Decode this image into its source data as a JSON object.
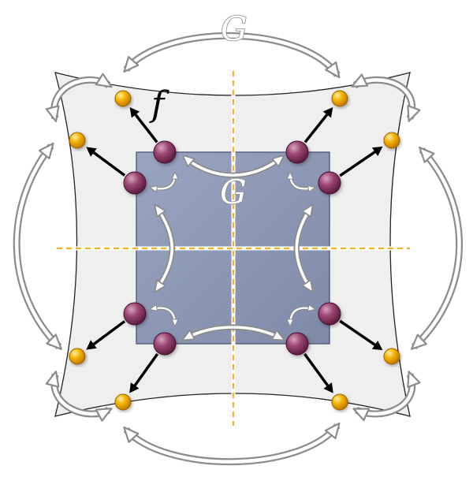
{
  "labels": {
    "top_group": "G",
    "center_group": "G",
    "mapping": "f"
  },
  "colors": {
    "inner_square": "#8e9ab8",
    "outer_shape": "#efefef",
    "inner_point": "#8a3a62",
    "outer_point": "#f5b400",
    "axis": "#f0b030",
    "grey_arrow": "#8c8c8c",
    "black_arrow": "#000000"
  },
  "icons": {
    "inner_point": "purple-sphere",
    "outer_point": "orange-sphere"
  },
  "counts": {
    "inner_points": 8,
    "outer_points": 8
  }
}
